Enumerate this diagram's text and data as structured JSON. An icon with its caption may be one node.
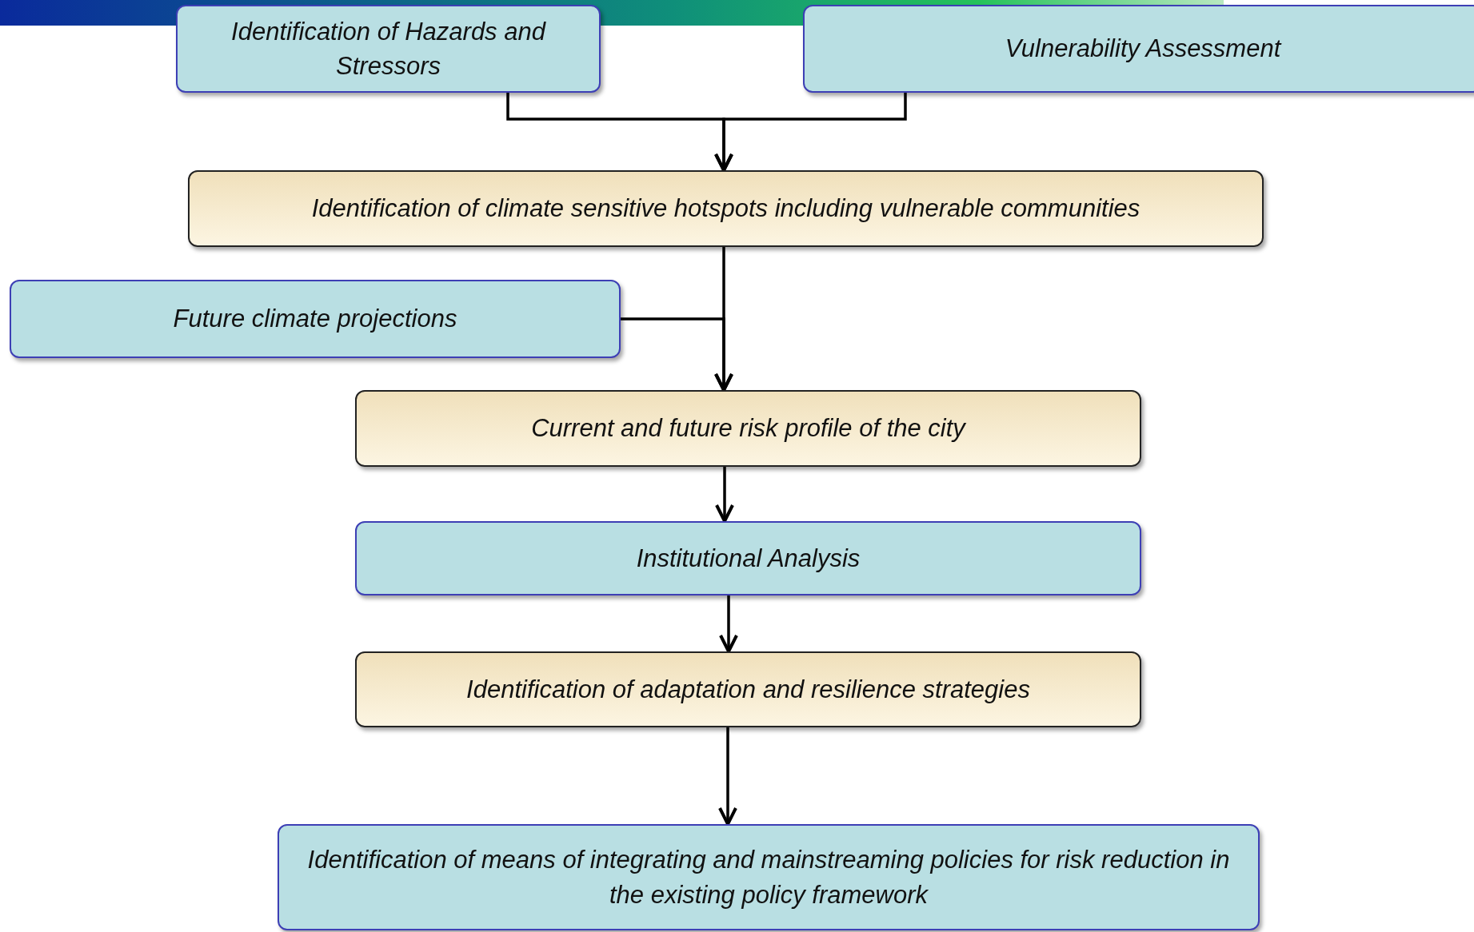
{
  "diagram": {
    "nodes": [
      {
        "text": [
          "Identification of Hazards and Stressors"
        ]
      },
      {
        "text": [
          "Vulnerability Assessment"
        ]
      },
      {
        "text": [
          "Identification of climate sensitive hotspots including vulnerable communities"
        ]
      },
      {
        "text": [
          "Future climate projections"
        ]
      },
      {
        "text": [
          "Current and future risk profile of the city"
        ]
      },
      {
        "text": [
          "Institutional Analysis"
        ]
      },
      {
        "text": [
          "Identification of adaptation and resilience strategies"
        ]
      },
      {
        "text": [
          "Identification of means of integrating and mainstreaming policies for risk reduction in the existing policy framework"
        ]
      }
    ],
    "edges": [
      {
        "from": 0,
        "to": 2,
        "arrow": "to"
      },
      {
        "from": 1,
        "to": 2,
        "arrow": "to"
      },
      {
        "from": 2,
        "to": 4,
        "arrow": "to"
      },
      {
        "from": 3,
        "to": 4,
        "arrow": "to"
      },
      {
        "from": 4,
        "to": 5,
        "arrow": "to"
      },
      {
        "from": 5,
        "to": 6,
        "arrow": "to"
      },
      {
        "from": 6,
        "to": 7,
        "arrow": "to"
      }
    ]
  }
}
